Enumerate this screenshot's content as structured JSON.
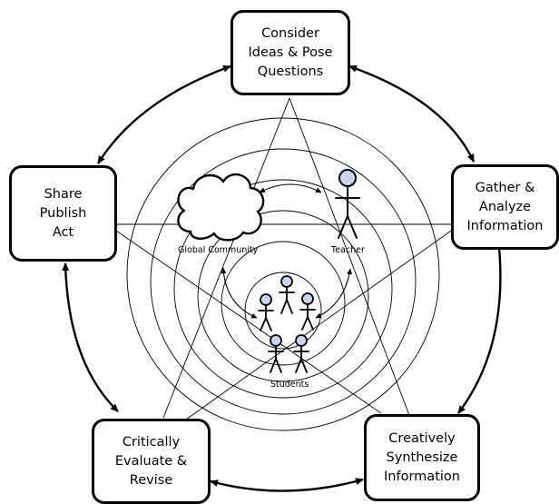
{
  "stages": [
    {
      "id": "consider",
      "lines": [
        "Consider",
        "Ideas & Pose",
        "Questions"
      ]
    },
    {
      "id": "gather",
      "lines": [
        "Gather &",
        "Analyze",
        "Information"
      ]
    },
    {
      "id": "synthesize",
      "lines": [
        "Creatively",
        "Synthesize",
        "Information"
      ]
    },
    {
      "id": "evaluate",
      "lines": [
        "Critically",
        "Evaluate &",
        "Revise"
      ]
    },
    {
      "id": "share",
      "lines": [
        "Share",
        "Publish",
        "Act"
      ]
    }
  ],
  "labels": {
    "global_community": "Global Community",
    "teacher": "Teacher",
    "students": "Students"
  },
  "colors": {
    "stroke": "#000000",
    "figure_fill": "#c9d5ef",
    "cloud_fill": "#ffffff"
  }
}
